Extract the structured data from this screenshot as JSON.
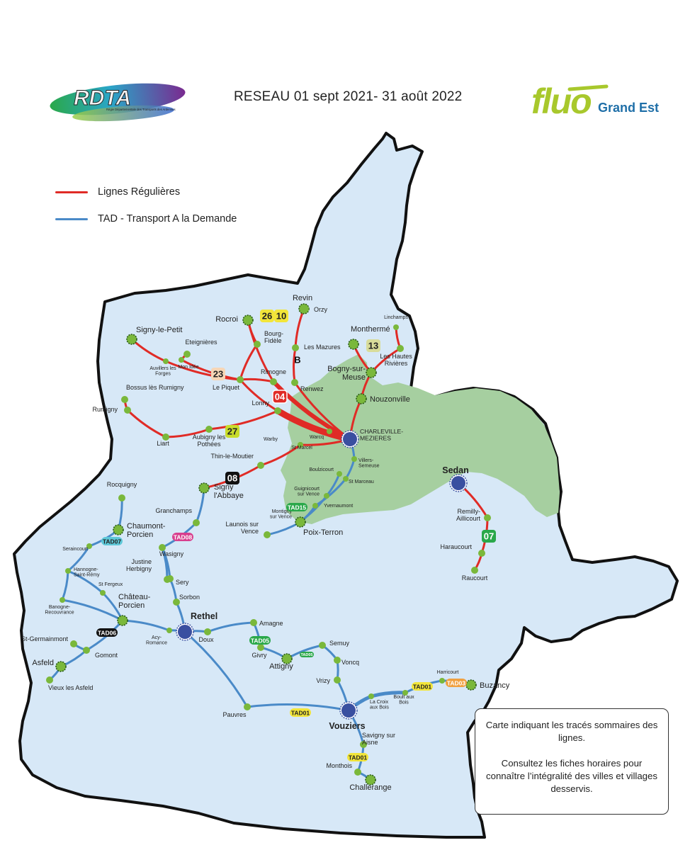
{
  "header": {
    "title": "RESEAU 01 sept 2021- 31 août 2022",
    "rdta_logo": {
      "text": "RDTA",
      "subtitle": "Régie Départementale des Transports des Ardennes"
    },
    "fluo_logo": {
      "word1": "fluo",
      "word2": "Grand Est",
      "color": "#a8c82c",
      "color2": "#1f6fa8"
    }
  },
  "legend": [
    {
      "label": "Lignes Régulières",
      "color": "#e02b26"
    },
    {
      "label": "TAD - Transport A la Demande",
      "color": "#4a8ac8"
    }
  ],
  "info_box": {
    "paragraph1": "Carte indiquant les tracés sommaires des lignes.",
    "paragraph2": "Consultez les fiches horaires pour connaître l’intégralité des villes et villages desservis."
  },
  "colors": {
    "territory_fill": "#d7e8f7",
    "urban_zone_fill": "#a6cfa0",
    "regular_line": "#e02b26",
    "tad_line": "#4a8ac8",
    "stop": "#7ab83b",
    "hub": "#3a4fa0"
  },
  "line_badges": [
    {
      "id": "26",
      "label": "26",
      "color": "#f2e53a",
      "text_color": "#222"
    },
    {
      "id": "10",
      "label": "10",
      "color": "#f2e53a",
      "text_color": "#222"
    },
    {
      "id": "13",
      "label": "13",
      "color": "#d8dc9a",
      "text_color": "#222"
    },
    {
      "id": "23",
      "label": "23",
      "color": "#f6d6b6",
      "text_color": "#222"
    },
    {
      "id": "04",
      "label": "04",
      "color": "#e02b26",
      "text_color": "#fff"
    },
    {
      "id": "27",
      "label": "27",
      "color": "#c8dc2a",
      "text_color": "#222"
    },
    {
      "id": "08",
      "label": "08",
      "color": "#111111",
      "text_color": "#fff"
    },
    {
      "id": "07",
      "label": "07",
      "color": "#2aa84a",
      "text_color": "#fff"
    },
    {
      "id": "B",
      "label": "B",
      "color": "#ffffff",
      "text_color": "#111"
    }
  ],
  "tad_badges": [
    {
      "id": "tad15",
      "label": "TAD15",
      "color": "#2aa84a",
      "text_color": "#fff"
    },
    {
      "id": "tad08",
      "label": "TAD08",
      "color": "#d83f8e",
      "text_color": "#fff"
    },
    {
      "id": "tad07",
      "label": "TAD07",
      "color": "#5ec8d8",
      "text_color": "#222"
    },
    {
      "id": "tad06",
      "label": "TAD06",
      "color": "#111111",
      "text_color": "#fff"
    },
    {
      "id": "tad05a",
      "label": "TAD05",
      "color": "#2aa84a",
      "text_color": "#fff"
    },
    {
      "id": "tad05b",
      "label": "TAD05",
      "color": "#2aa84a",
      "text_color": "#fff"
    },
    {
      "id": "tad01a",
      "label": "TAD01",
      "color": "#f2e53a",
      "text_color": "#222"
    },
    {
      "id": "tad01b",
      "label": "TAD01",
      "color": "#f2e53a",
      "text_color": "#222"
    },
    {
      "id": "tad01c",
      "label": "TAD01",
      "color": "#f2e53a",
      "text_color": "#222"
    },
    {
      "id": "tad03",
      "label": "TAD03",
      "color": "#f0a040",
      "text_color": "#fff"
    }
  ],
  "places": [
    {
      "id": "charleville",
      "label": "CHARLEVILLE-\nMEZIERES",
      "kind": "hub"
    },
    {
      "id": "sedan",
      "label": "Sedan",
      "kind": "hub"
    },
    {
      "id": "rethel",
      "label": "Rethel",
      "kind": "hub"
    },
    {
      "id": "vouziers",
      "label": "Vouziers",
      "kind": "hub"
    },
    {
      "id": "revin",
      "label": "Revin",
      "kind": "major"
    },
    {
      "id": "orzy",
      "label": "Orzy",
      "kind": "small"
    },
    {
      "id": "rocroi",
      "label": "Rocroi",
      "kind": "major"
    },
    {
      "id": "bourgfidele",
      "label": "Bourg-\nFidèle",
      "kind": "small"
    },
    {
      "id": "lesmazures",
      "label": "Les Mazures",
      "kind": "small"
    },
    {
      "id": "monthermé",
      "label": "Monthermé",
      "kind": "major"
    },
    {
      "id": "linchamps",
      "label": "Linchamps",
      "kind": "tiny"
    },
    {
      "id": "leshautesrivieres",
      "label": "Les Hautes\nRivières",
      "kind": "small"
    },
    {
      "id": "bogny",
      "label": "Bogny-sur-\nMeuse",
      "kind": "major"
    },
    {
      "id": "nouzonville",
      "label": "Nouzonville",
      "kind": "major"
    },
    {
      "id": "signylepetit",
      "label": "Signy-le-Petit",
      "kind": "major"
    },
    {
      "id": "eteignieres",
      "label": "Eteignières",
      "kind": "small"
    },
    {
      "id": "auvillers",
      "label": "Auvillers les\nForges",
      "kind": "tiny"
    },
    {
      "id": "monidee",
      "label": "Mon Idée",
      "kind": "tiny"
    },
    {
      "id": "lepiquet",
      "label": "Le Piquet",
      "kind": "small"
    },
    {
      "id": "rimogne",
      "label": "Rimogne",
      "kind": "small"
    },
    {
      "id": "renwez",
      "label": "Renwez",
      "kind": "small"
    },
    {
      "id": "bossus",
      "label": "Bossus lès Rumigny",
      "kind": "small"
    },
    {
      "id": "rumigny",
      "label": "Rumigny",
      "kind": "small"
    },
    {
      "id": "lonny",
      "label": "Lonny",
      "kind": "small"
    },
    {
      "id": "warcq",
      "label": "Warcq",
      "kind": "tiny"
    },
    {
      "id": "liart",
      "label": "Liart",
      "kind": "small"
    },
    {
      "id": "aubigny",
      "label": "Aubigny les\nPothées",
      "kind": "small"
    },
    {
      "id": "warby",
      "label": "Warby",
      "kind": "tiny"
    },
    {
      "id": "stmarcel",
      "label": "St Marcel",
      "kind": "tiny"
    },
    {
      "id": "thinlemoutier",
      "label": "Thin-le-Moutier",
      "kind": "small"
    },
    {
      "id": "villerssemeuse",
      "label": "Villers-\nSemeuse",
      "kind": "tiny"
    },
    {
      "id": "boulzicourt",
      "label": "Boulzicourt",
      "kind": "tiny"
    },
    {
      "id": "stmarceau",
      "label": "St Marceau",
      "kind": "tiny"
    },
    {
      "id": "guignicourt",
      "label": "Guignicourt\nsur Vence",
      "kind": "tiny"
    },
    {
      "id": "yvernaumont",
      "label": "Yvernaumont",
      "kind": "tiny"
    },
    {
      "id": "montigny",
      "label": "Montigny\nsur Vence",
      "kind": "tiny"
    },
    {
      "id": "poixterron",
      "label": "Poix-Terron",
      "kind": "major"
    },
    {
      "id": "launois",
      "label": "Launois sur\nVence",
      "kind": "small"
    },
    {
      "id": "signylabbaye",
      "label": "Signy\nl'Abbaye",
      "kind": "major"
    },
    {
      "id": "granchamps",
      "label": "Granchamps",
      "kind": "small"
    },
    {
      "id": "wasigny",
      "label": "Wasigny",
      "kind": "small"
    },
    {
      "id": "justine",
      "label": "Justine\nHerbigny",
      "kind": "small"
    },
    {
      "id": "sery",
      "label": "Sery",
      "kind": "small"
    },
    {
      "id": "sorbon",
      "label": "Sorbon",
      "kind": "small"
    },
    {
      "id": "rocquigny",
      "label": "Rocquigny",
      "kind": "small"
    },
    {
      "id": "chaumont",
      "label": "Chaumont-\nPorcien",
      "kind": "major"
    },
    {
      "id": "seraincourt",
      "label": "Seraincourt",
      "kind": "tiny"
    },
    {
      "id": "hannogne",
      "label": "Hannogne-\nSaint-Rémy",
      "kind": "tiny"
    },
    {
      "id": "stfergeux",
      "label": "St Fergeux",
      "kind": "tiny"
    },
    {
      "id": "banogne",
      "label": "Banogne-\nRecouvrance",
      "kind": "tiny"
    },
    {
      "id": "chateauporcien",
      "label": "Château-\nPorcien",
      "kind": "major"
    },
    {
      "id": "acyromance",
      "label": "Acy-\nRomance",
      "kind": "tiny"
    },
    {
      "id": "doux",
      "label": "Doux",
      "kind": "small"
    },
    {
      "id": "stgermainmont",
      "label": "St-Germainmont",
      "kind": "small"
    },
    {
      "id": "gomont",
      "label": "Gomont",
      "kind": "small"
    },
    {
      "id": "asfeld",
      "label": "Asfeld",
      "kind": "major"
    },
    {
      "id": "vieuxlesasfeld",
      "label": "Vieux les Asfeld",
      "kind": "small"
    },
    {
      "id": "amagne",
      "label": "Amagne",
      "kind": "small"
    },
    {
      "id": "givry",
      "label": "Givry",
      "kind": "small"
    },
    {
      "id": "attigny",
      "label": "Attigny",
      "kind": "major"
    },
    {
      "id": "semuy",
      "label": "Semuy",
      "kind": "small"
    },
    {
      "id": "voncq",
      "label": "Voncq",
      "kind": "small"
    },
    {
      "id": "vrizy",
      "label": "Vrizy",
      "kind": "small"
    },
    {
      "id": "pauvres",
      "label": "Pauvres",
      "kind": "small"
    },
    {
      "id": "lacroixauxbois",
      "label": "La Croix\naux Bois",
      "kind": "tiny"
    },
    {
      "id": "boultauxbois",
      "label": "Boult aux\nBois",
      "kind": "tiny"
    },
    {
      "id": "harricourt",
      "label": "Harricourt",
      "kind": "tiny"
    },
    {
      "id": "buzancy",
      "label": "Buzancy",
      "kind": "major"
    },
    {
      "id": "savigny",
      "label": "Savigny sur\nAisne",
      "kind": "small"
    },
    {
      "id": "monthois",
      "label": "Monthois",
      "kind": "small"
    },
    {
      "id": "challerange",
      "label": "Challerange",
      "kind": "major"
    },
    {
      "id": "remilly",
      "label": "Remilly-\nAillicourt",
      "kind": "small"
    },
    {
      "id": "haraucourt",
      "label": "Haraucourt",
      "kind": "small"
    },
    {
      "id": "raucourt",
      "label": "Raucourt",
      "kind": "small"
    }
  ]
}
